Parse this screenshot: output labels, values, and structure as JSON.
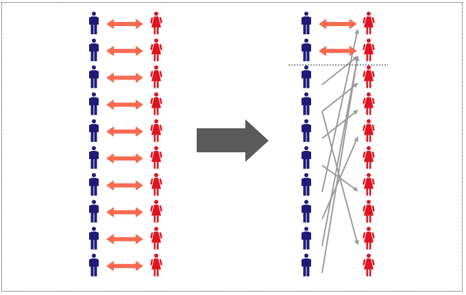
{
  "colors": {
    "male": "#1f1a7a",
    "female": "#e0141e",
    "pair_arrow": "#f86a50",
    "cross_arrow": "#9a9a9a",
    "transition_arrow": "#5a5a5a",
    "divider": "#222222"
  },
  "icons": {
    "male": "male-figure-icon",
    "female": "female-figure-icon"
  },
  "left_panel": {
    "rows": 10,
    "paired_rows": [
      0,
      1,
      2,
      3,
      4,
      5,
      6,
      7,
      8,
      9
    ]
  },
  "right_panel": {
    "rows": 10,
    "paired_rows": [
      0,
      1
    ],
    "divider_after_row": 1,
    "crossing_links": [
      {
        "from_male_row": 9,
        "to_female_row": 1
      },
      {
        "from_male_row": 6,
        "to_female_row": 0
      },
      {
        "from_male_row": 2,
        "to_female_row": 1
      },
      {
        "from_male_row": 3,
        "to_female_row": 2
      },
      {
        "from_male_row": 4,
        "to_female_row": 3
      },
      {
        "from_male_row": 8,
        "to_female_row": 1
      },
      {
        "from_male_row": 7,
        "to_female_row": 4
      },
      {
        "from_male_row": 5,
        "to_female_row": 6
      },
      {
        "from_male_row": 3,
        "to_female_row": 8
      }
    ]
  }
}
